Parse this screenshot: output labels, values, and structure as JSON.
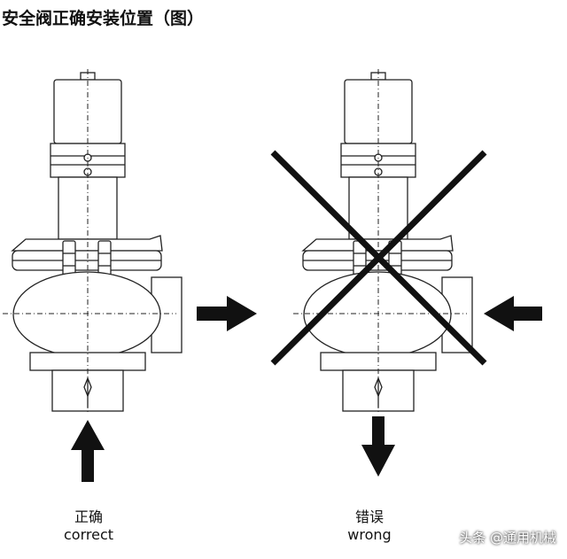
{
  "title": "安全阀正确安装位置（图）",
  "left_panel": {
    "caption_cn": "正确",
    "caption_en": "correct"
  },
  "right_panel": {
    "caption_cn": "错误",
    "caption_en": "wrong"
  },
  "watermark": "头条 @通用机械",
  "colors": {
    "line": "#222222",
    "fill": "#ffffff",
    "cross": "#111111"
  }
}
